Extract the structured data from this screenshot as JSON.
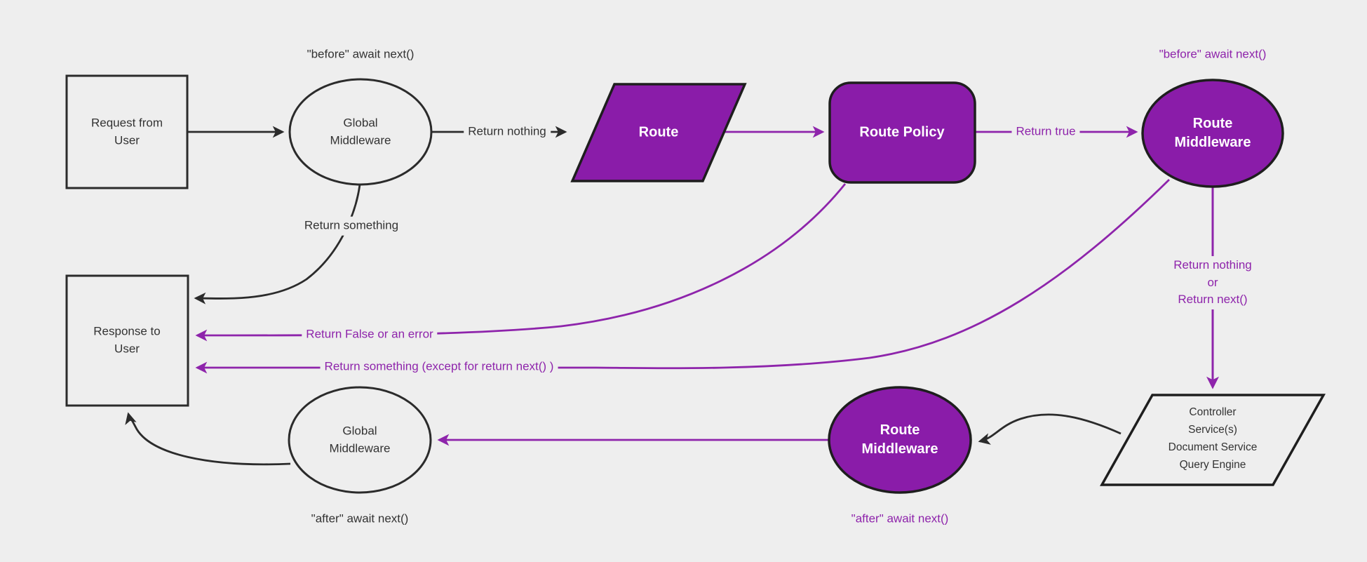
{
  "diagram": {
    "title_hint": "request-lifecycle-middleware-flowchart",
    "colors": {
      "background": "#eeeeee",
      "purple_fill": "#8a1ca9",
      "purple_line": "#8e24ab",
      "dark_line": "#2b2b2b",
      "dark_text": "#333333",
      "white_text": "#ffffff"
    },
    "nodes": {
      "request": {
        "label": "Request from\nUser",
        "shape": "rectangle",
        "fill": "light"
      },
      "global_middleware_top": {
        "label": "Global\nMiddleware",
        "shape": "ellipse",
        "fill": "light"
      },
      "route": {
        "label": "Route",
        "shape": "parallelogram",
        "fill": "purple"
      },
      "route_policy": {
        "label": "Route Policy",
        "shape": "rounded-rectangle",
        "fill": "purple"
      },
      "route_middleware_top": {
        "label": "Route\nMiddleware",
        "shape": "ellipse",
        "fill": "purple"
      },
      "controller": {
        "label": "Controller\nService(s)\nDocument Service\nQuery Engine",
        "shape": "parallelogram",
        "fill": "light"
      },
      "route_middleware_bottom": {
        "label": "Route\nMiddleware",
        "shape": "ellipse",
        "fill": "purple"
      },
      "global_middleware_bottom": {
        "label": "Global\nMiddleware",
        "shape": "ellipse",
        "fill": "light"
      },
      "response": {
        "label": "Response to\nUser",
        "shape": "rectangle",
        "fill": "light"
      }
    },
    "annotations": {
      "before_await_top_left": "\"before\" await next()",
      "before_await_top_right": "\"before\" await next()",
      "after_await_bottom_left": "\"after\" await next()",
      "after_await_bottom_right": "\"after\" await next()"
    },
    "edge_labels": {
      "return_nothing": "Return nothing",
      "return_true": "Return true",
      "return_something": "Return something",
      "return_nothing_or_next": "Return nothing\nor\nReturn next()",
      "return_false_or_error": "Return False or an error",
      "return_something_except": "Return something (except for return next() )"
    }
  }
}
